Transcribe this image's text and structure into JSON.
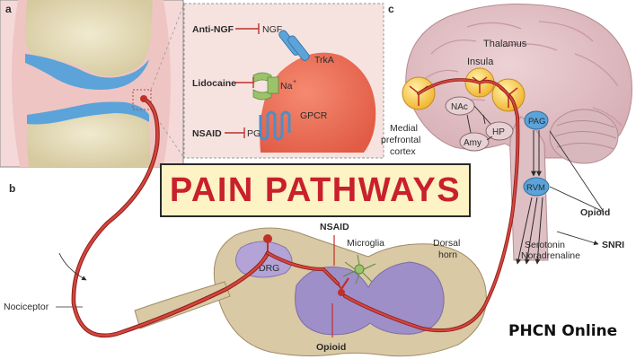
{
  "panels": {
    "a": "a",
    "b": "b",
    "c": "c"
  },
  "receptors": {
    "anti_ngf": "Anti-NGF",
    "ngf": "NGF",
    "trka": "TrkA",
    "lidocaine": "Lidocaine",
    "na": "Na",
    "na_sup": "+",
    "nsaid": "NSAID",
    "pg": "PG",
    "gpcr": "GPCR"
  },
  "brain": {
    "thalamus": "Thalamus",
    "insula": "Insula",
    "medial1": "Medial",
    "medial2": "prefrontal",
    "medial3": "cortex",
    "nac": "NAc",
    "hp": "HP",
    "amy": "Amy",
    "pag": "PAG",
    "rvm": "RVM",
    "opioid": "Opioid",
    "serotonin": "Serotonin",
    "noradrenaline": "Noradrenaline",
    "snri": "SNRI"
  },
  "spinal": {
    "nsaid": "NSAID",
    "microglia": "Microglia",
    "dorsal1": "Dorsal",
    "dorsal2": "horn",
    "drg": "DRG",
    "opioid": "Opioid",
    "nociceptor": "Nociceptor"
  },
  "title": "PAIN PATHWAYS",
  "brand": "PHCN Online",
  "colors": {
    "nerve": "#c0302a",
    "cartilage": "#5ba3d8",
    "bone": "#e8dfbb",
    "brain": "#e4c6ca",
    "spinal_gray": "#9e8fc9",
    "title_bg": "#fdf3c4",
    "title_text": "#c8202c"
  }
}
